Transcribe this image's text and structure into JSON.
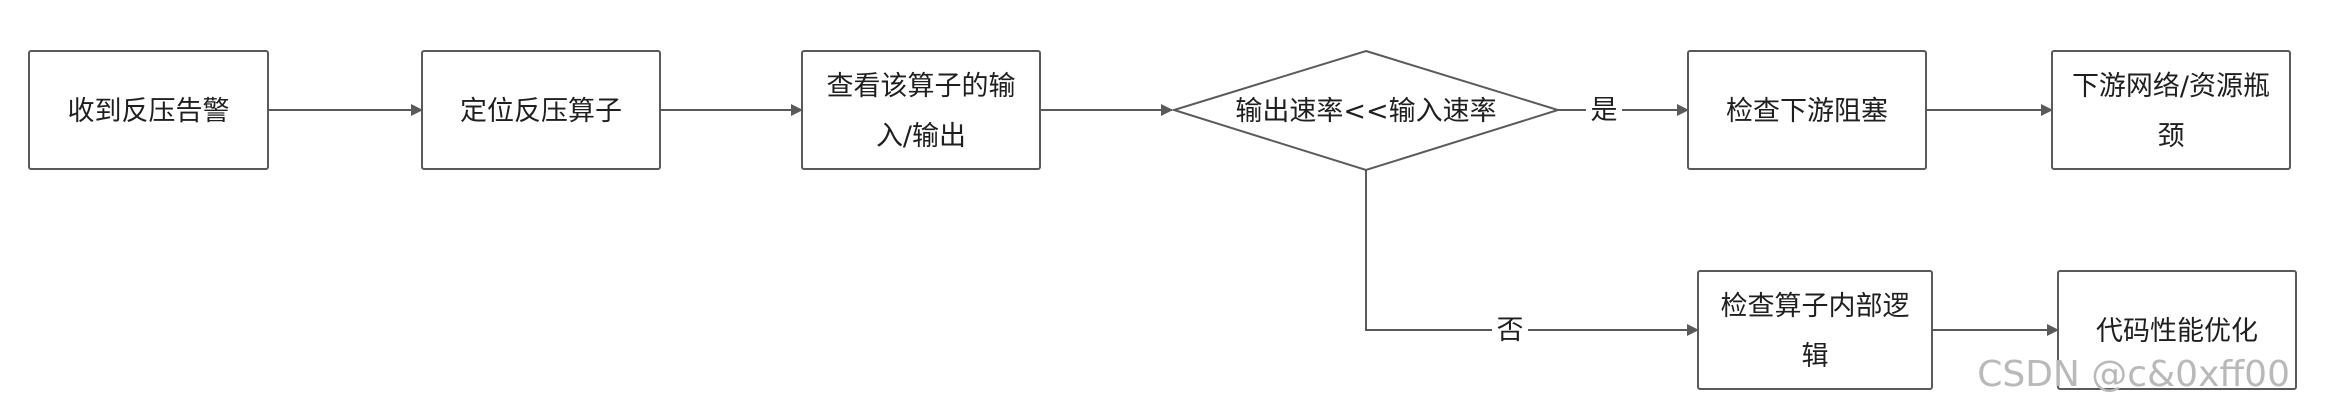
{
  "nodes": [
    {
      "id": "alert",
      "lines": [
        "收到反压告警"
      ]
    },
    {
      "id": "locate",
      "lines": [
        "定位反压算子"
      ]
    },
    {
      "id": "inspect",
      "lines": [
        "查看该算子的输",
        "入/输出"
      ]
    },
    {
      "id": "decision",
      "lines": [
        "输出速率<<输入速率"
      ]
    },
    {
      "id": "downstream",
      "lines": [
        "检查下游阻塞"
      ]
    },
    {
      "id": "bottleneck",
      "lines": [
        "下游网络/资源瓶",
        "颈"
      ]
    },
    {
      "id": "internal",
      "lines": [
        "检查算子内部逻",
        "辑"
      ]
    },
    {
      "id": "optimize",
      "lines": [
        "代码性能优化"
      ]
    }
  ],
  "edges": [
    {
      "from": "alert",
      "to": "locate",
      "label": ""
    },
    {
      "from": "locate",
      "to": "inspect",
      "label": ""
    },
    {
      "from": "inspect",
      "to": "decision",
      "label": ""
    },
    {
      "from": "decision",
      "to": "downstream",
      "label": "是"
    },
    {
      "from": "downstream",
      "to": "bottleneck",
      "label": ""
    },
    {
      "from": "decision",
      "to": "internal",
      "label": "否"
    },
    {
      "from": "internal",
      "to": "optimize",
      "label": ""
    }
  ],
  "watermark": "CSDN @c&0xff00"
}
